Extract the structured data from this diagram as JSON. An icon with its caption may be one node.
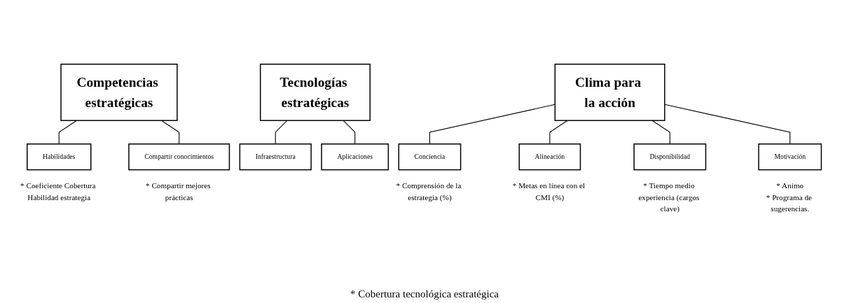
{
  "diagram": {
    "nodes": [
      {
        "text": [
          "Competencias estratégicas"
        ]
      },
      {
        "text": [
          "Tecnologías estratégicas"
        ]
      },
      {
        "text": [
          "Clima para la acción"
        ]
      },
      {
        "text": [
          "Habilidades"
        ],
        "beside": [
          "* Coeficiente Cobertura Habilidad estrategia"
        ]
      },
      {
        "text": [
          "Compartir conocimientos"
        ],
        "beside": [
          "* Compartir mejores prácticas"
        ]
      },
      {
        "text": [
          "Infraestructura"
        ]
      },
      {
        "text": [
          "Aplicaciones"
        ]
      },
      {
        "text": [
          "Conciencia"
        ],
        "beside": [
          "* Comprensión de la estrategia (%)"
        ]
      },
      {
        "text": [
          "Alineación"
        ],
        "beside": [
          "* Metas en línea con el CMI (%)"
        ]
      },
      {
        "text": [
          "Disponibilidad"
        ],
        "beside": [
          "* Tiempo medio experiencia (cargos clave)"
        ]
      },
      {
        "text": [
          "Motivación"
        ],
        "beside": [
          "* Animo",
          "* Programa de sugerencias."
        ]
      }
    ],
    "edges": [
      {
        "from": 0,
        "to": 3,
        "arrow": "none"
      },
      {
        "from": 0,
        "to": 4,
        "arrow": "none"
      },
      {
        "from": 1,
        "to": 5,
        "arrow": "none"
      },
      {
        "from": 1,
        "to": 6,
        "arrow": "none"
      },
      {
        "from": 2,
        "to": 7,
        "arrow": "none"
      },
      {
        "from": 2,
        "to": 8,
        "arrow": "none"
      },
      {
        "from": 2,
        "to": 9,
        "arrow": "none"
      },
      {
        "from": 2,
        "to": 10,
        "arrow": "none"
      }
    ],
    "labels": [
      "* Cobertura tecnológica estratégica"
    ]
  }
}
